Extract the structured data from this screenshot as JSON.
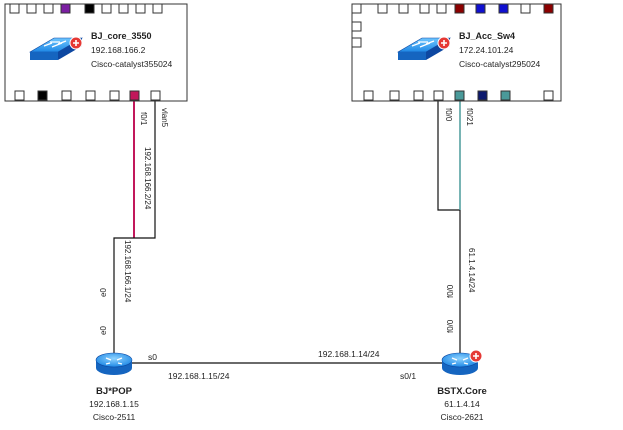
{
  "colors": {
    "link_default": "#111111",
    "link_uplink_core": "#c2185b",
    "link_uplink_acc": "#4a9a9a",
    "port_purple": "#7b1fa2",
    "port_black": "#000000",
    "port_pink": "#c2185b",
    "port_darkred": "#8b0000",
    "port_blue": "#1010d0",
    "port_teal": "#4a9a9a",
    "device_blue": "#1e88e5",
    "badge_red": "#e53935"
  },
  "devices": {
    "core_switch": {
      "name": "BJ_core_3550",
      "ip": "192.168.166.2",
      "model": "Cisco-catalyst355024",
      "icon": "switch-icon"
    },
    "acc_switch": {
      "name": "BJ_Acc_Sw4",
      "ip": "172.24.101.24",
      "model": "Cisco-catalyst295024",
      "icon": "switch-icon"
    },
    "pop_router": {
      "name": "BJ*POP",
      "ip": "192.168.1.15",
      "model": "Cisco-2511",
      "icon": "router-icon"
    },
    "core_router": {
      "name": "BSTX.Core",
      "ip": "61.1.4.14",
      "model": "Cisco-2621",
      "icon": "router-icon"
    }
  },
  "links": {
    "core_if_f01": "f0/1",
    "core_if_vlan5": "vlan5",
    "core_link_ip": "192.168.166.2/24",
    "pop_link_ip": "192.168.166.1/24",
    "pop_if_e0_a": "e0",
    "pop_if_e0_b": "e0",
    "acc_if_f00": "f0/0",
    "acc_if_f021": "f0/21",
    "acc_link_ip": "61.1.4.14/24",
    "bstx_if_f00_a": "f0/0",
    "bstx_if_f00_b": "f0/0",
    "serial_if_s0": "s0",
    "serial_if_s01": "s0/1",
    "serial_ip_right": "192.168.1.14/24",
    "serial_ip_left": "192.168.1.15/24"
  }
}
